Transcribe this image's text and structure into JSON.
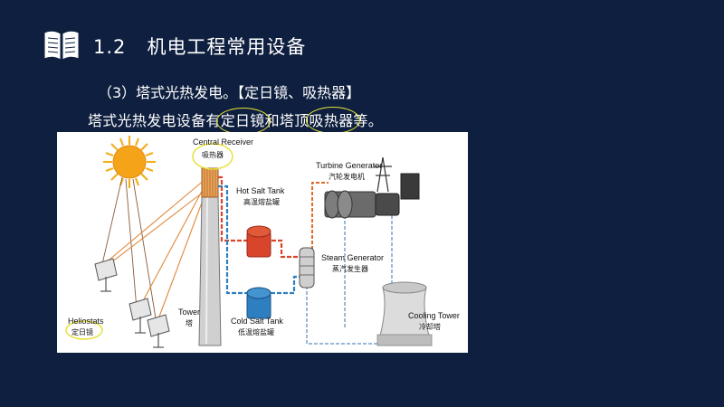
{
  "header": {
    "section_number": "1.2",
    "section_title": "机电工程常用设备"
  },
  "content": {
    "subtitle": "（3）塔式光热发电。【定日镜、吸热器】",
    "desc_prefix": "塔式光热发电设备有",
    "desc_term1": "定日镜",
    "desc_mid": "和塔顶",
    "desc_term2": "吸热器",
    "desc_suffix": "等。"
  },
  "diagram": {
    "central_receiver_en": "Central Receiver",
    "central_receiver_cn": "吸热器",
    "turbine_en": "Turbine Generator",
    "turbine_cn": "汽轮发电机",
    "hot_tank_en": "Hot Salt Tank",
    "hot_tank_cn": "高温熔盐罐",
    "steam_gen_en": "Steam Generator",
    "steam_gen_cn": "蒸汽发生器",
    "cooling_en": "Cooling Tower",
    "cooling_cn": "冷却塔",
    "tower_en": "Tower",
    "tower_cn": "塔",
    "cold_tank_en": "Cold Salt Tank",
    "cold_tank_cn": "低温熔盐罐",
    "heliostats_en": "Heliostats",
    "heliostats_cn": "定日镜"
  },
  "colors": {
    "background": "#0e1f3f",
    "highlight": "#e8e23a",
    "hot_salt": "#d8452b",
    "cold_salt": "#2e7fc0",
    "sun": "#f5a318"
  }
}
